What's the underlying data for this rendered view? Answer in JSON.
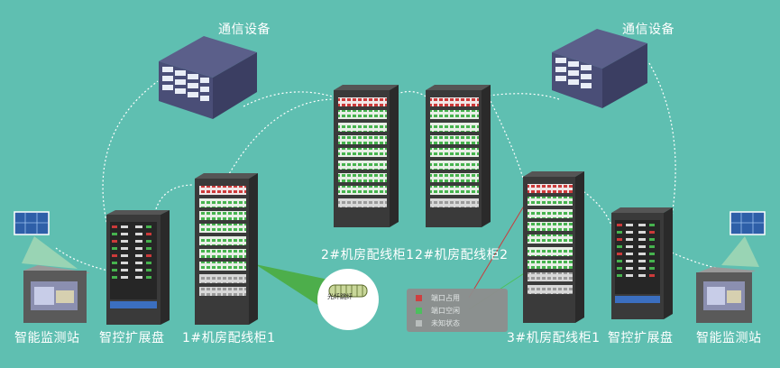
{
  "labels": {
    "comm_left": "通信设备",
    "comm_right": "通信设备",
    "station_left": "智能监测站",
    "station_right": "智能监测站",
    "ext_left": "智控扩展盘",
    "ext_right": "智控扩展盘",
    "cab1": "1#机房配线柜1",
    "cab21": "2#机房配线柜1",
    "cab22": "2#机房配线柜2",
    "cab3": "3#机房配线柜1"
  },
  "cable_label": "光纤跳纤",
  "legend": [
    {
      "label": "端口占用",
      "color": "#d63a3a"
    },
    {
      "label": "端口空闲",
      "color": "#4cc05a"
    },
    {
      "label": "未知状态",
      "color": "#bdbdbd"
    }
  ]
}
